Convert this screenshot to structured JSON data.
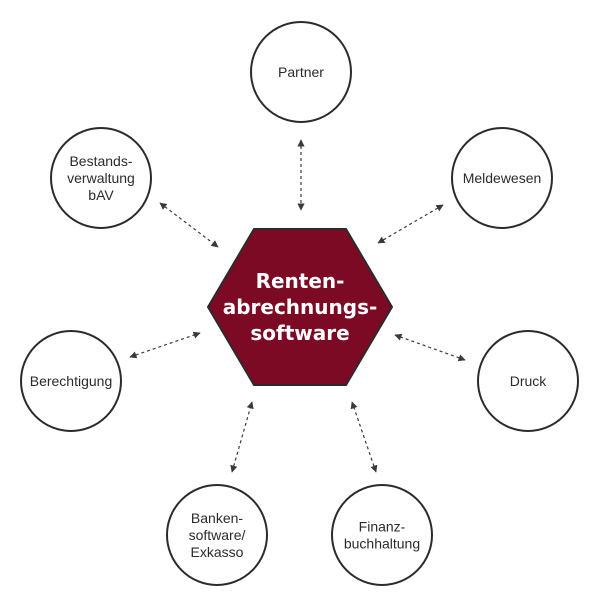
{
  "hub": {
    "lines": [
      "Renten-",
      "abrechnungs-",
      "software"
    ],
    "fill_color": "#7d0a24",
    "stroke_color": "#2b2b2b"
  },
  "nodes": [
    {
      "id": "partner",
      "lines": [
        "Partner"
      ]
    },
    {
      "id": "meldewesen",
      "lines": [
        "Meldewesen"
      ]
    },
    {
      "id": "druck",
      "lines": [
        "Druck"
      ]
    },
    {
      "id": "finanzbuchhaltung",
      "lines": [
        "Finanz-",
        "buchhaltung"
      ]
    },
    {
      "id": "bankensoftware",
      "lines": [
        "Banken-",
        "software/",
        "Exkasso"
      ]
    },
    {
      "id": "berechtigung",
      "lines": [
        "Berechtigung"
      ]
    },
    {
      "id": "bestandsverwaltung",
      "lines": [
        "Bestands-",
        "verwaltung",
        "bAV"
      ]
    }
  ]
}
